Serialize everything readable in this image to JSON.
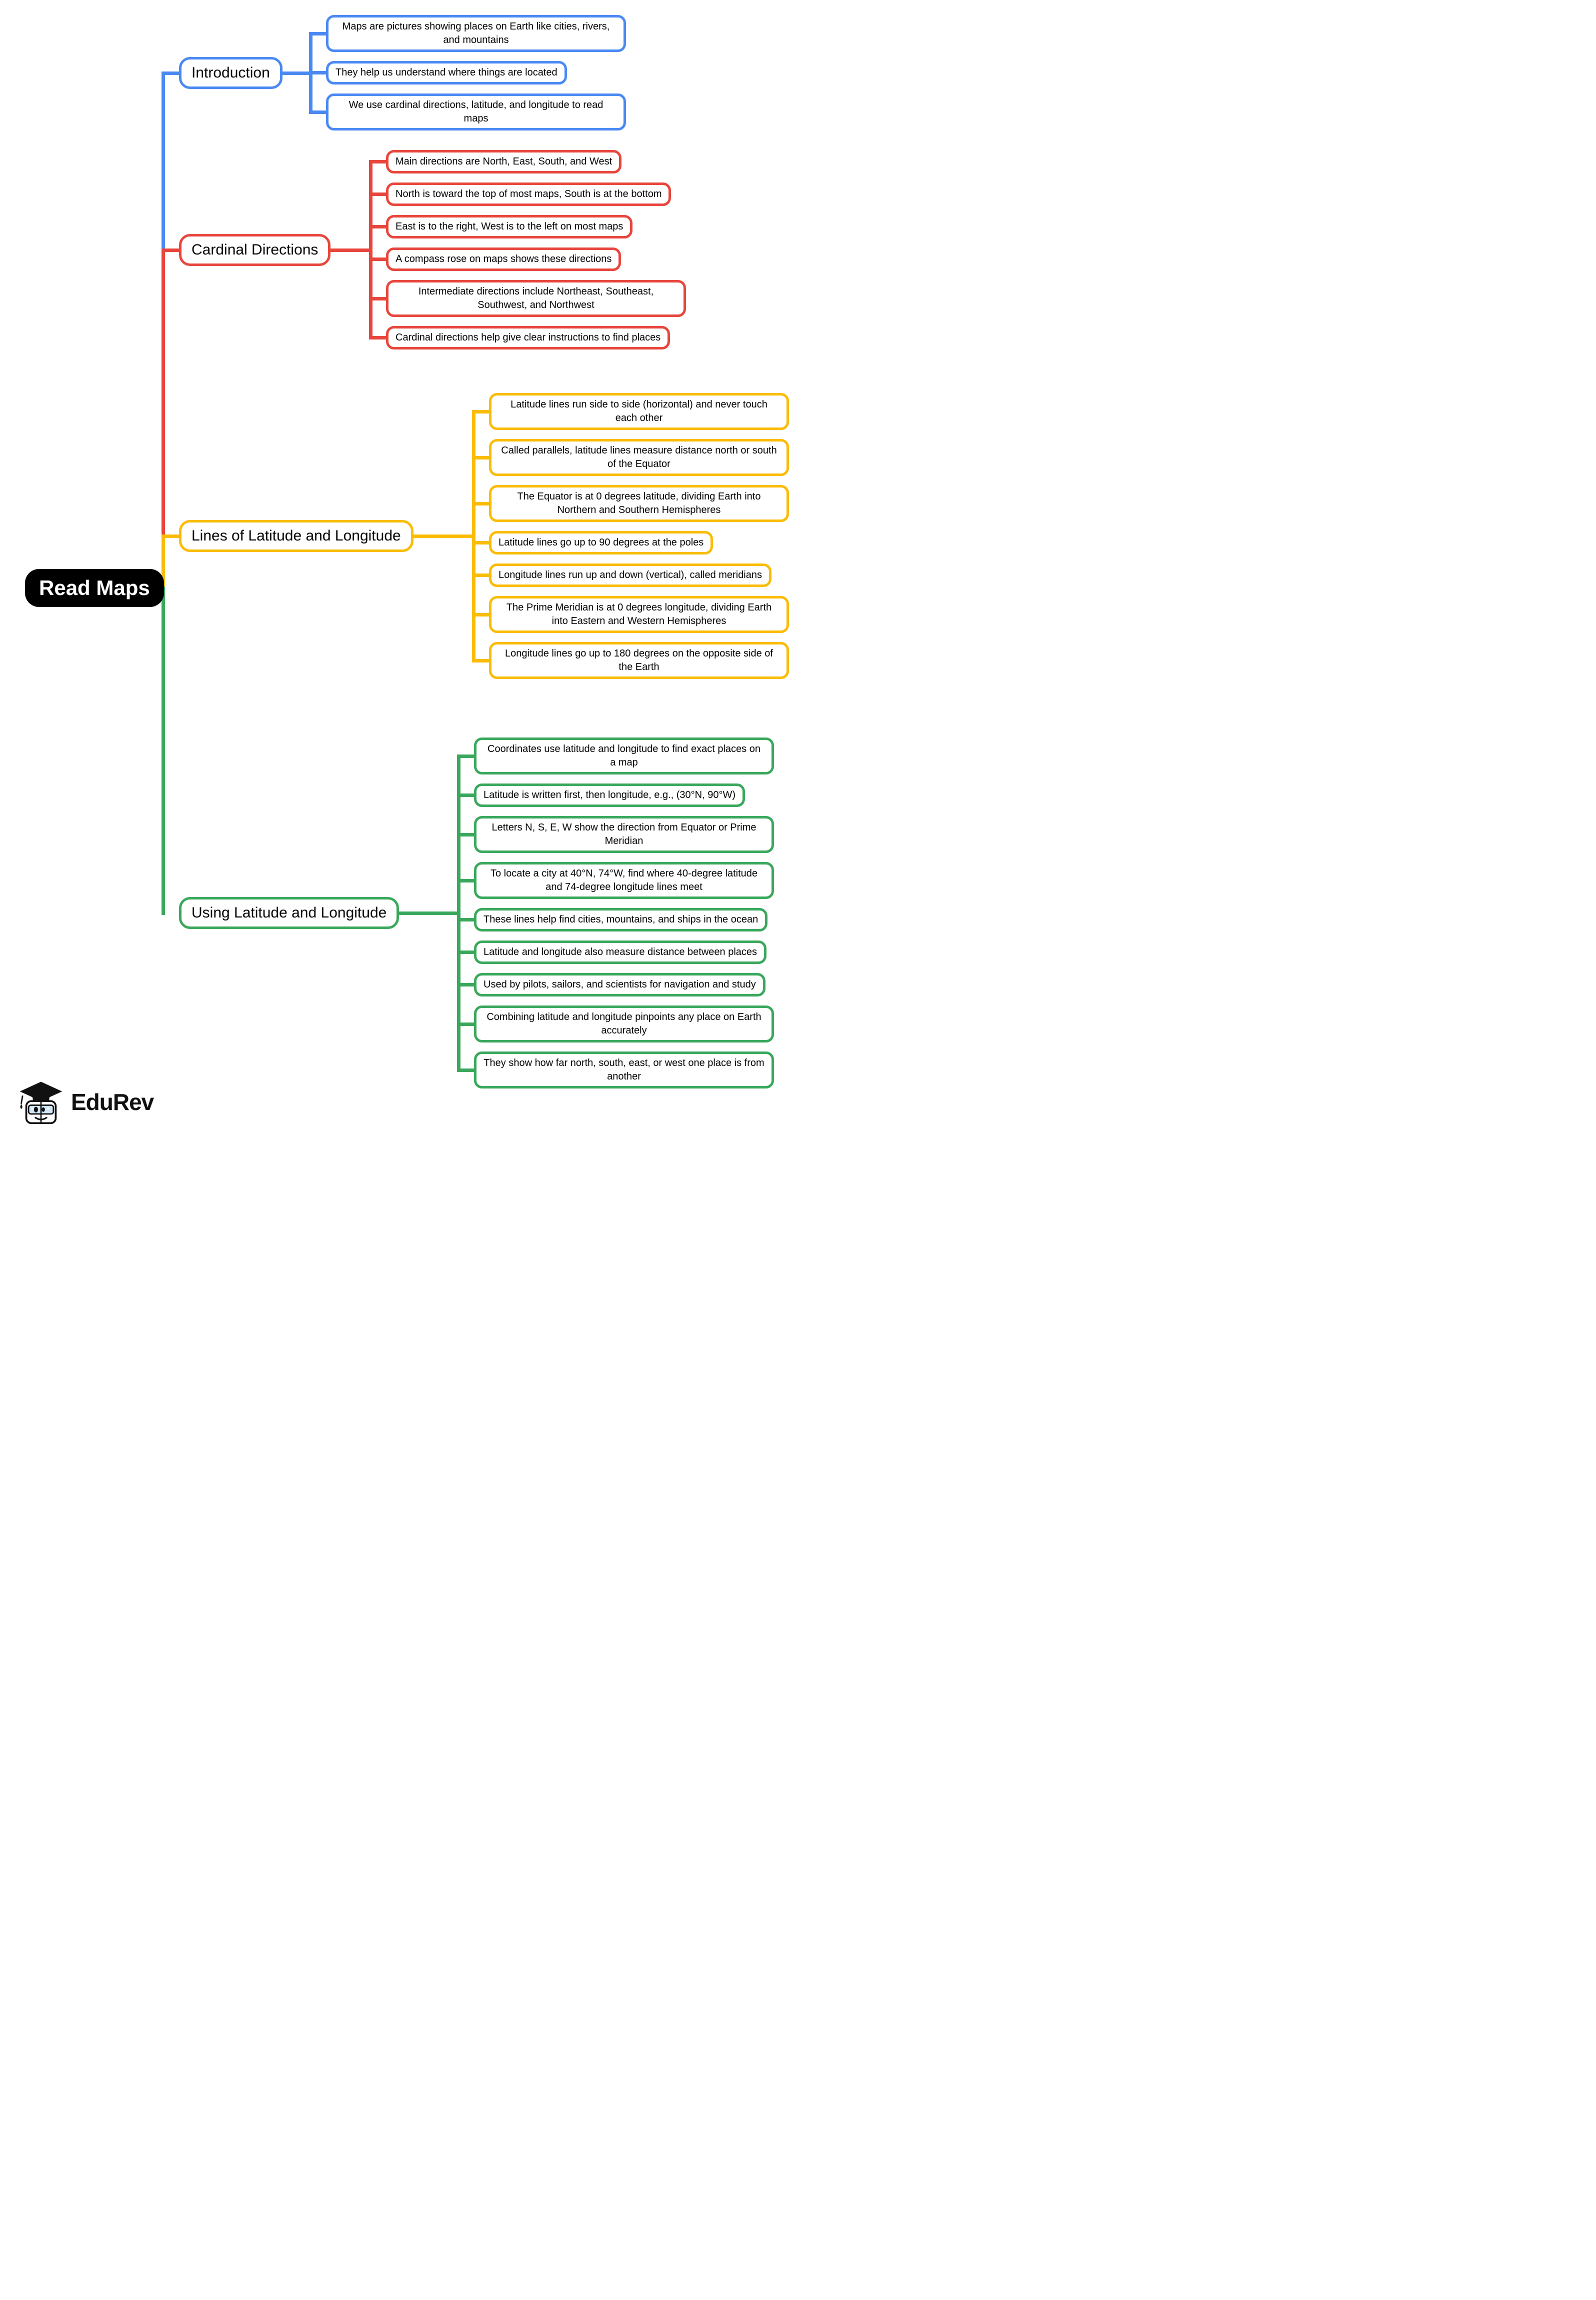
{
  "page": {
    "title": "Read Maps"
  },
  "root": {
    "label": "Read Maps",
    "bg_color": "#000000",
    "text_color": "#ffffff"
  },
  "branding": {
    "logo_text": "EduRev",
    "mascot_icon": "graduation-cap-book-mascot"
  },
  "branches": [
    {
      "label": "Introduction",
      "color": "#4a89f3",
      "leaves": [
        "Maps are pictures showing places on Earth like cities, rivers, and mountains",
        "They help us understand where things are located",
        "We use cardinal directions, latitude, and longitude to read maps"
      ]
    },
    {
      "label": "Cardinal Directions",
      "color": "#e8463d",
      "leaves": [
        "Main directions are North, East, South, and West",
        "North is toward the top of most maps, South is at the bottom",
        "East is to the right, West is to the left on most maps",
        "A compass rose on maps shows these directions",
        "Intermediate directions include Northeast, Southeast, Southwest, and Northwest",
        "Cardinal directions help give clear instructions to find places"
      ]
    },
    {
      "label": "Lines of Latitude and Longitude",
      "color": "#fbbc05",
      "leaves": [
        "Latitude lines run side to side (horizontal) and never touch each other",
        "Called parallels, latitude lines measure distance north or south of the Equator",
        "The Equator is at 0 degrees latitude, dividing Earth into Northern and Southern Hemispheres",
        "Latitude lines go up to 90 degrees at the poles",
        "Longitude lines run up and down (vertical), called meridians",
        "The Prime Meridian is at 0 degrees longitude, dividing Earth into Eastern and Western Hemispheres",
        "Longitude lines go up to 180 degrees on the opposite side of the Earth"
      ]
    },
    {
      "label": "Using Latitude and Longitude",
      "color": "#3aa85c",
      "leaves": [
        "Coordinates use latitude and longitude to find exact places on a map",
        "Latitude is written first, then longitude, e.g., (30°N, 90°W)",
        "Letters N, S, E, W show the direction from Equator or Prime Meridian",
        "To locate a city at 40°N, 74°W, find where 40-degree latitude and 74-degree longitude lines meet",
        "These lines help find cities, mountains, and ships in the ocean",
        "Latitude and longitude also measure distance between places",
        "Used by pilots, sailors, and scientists for navigation and study",
        "Combining latitude and longitude pinpoints any place on Earth accurately",
        "They show how far north, south, east, or west one place is from another"
      ]
    }
  ]
}
